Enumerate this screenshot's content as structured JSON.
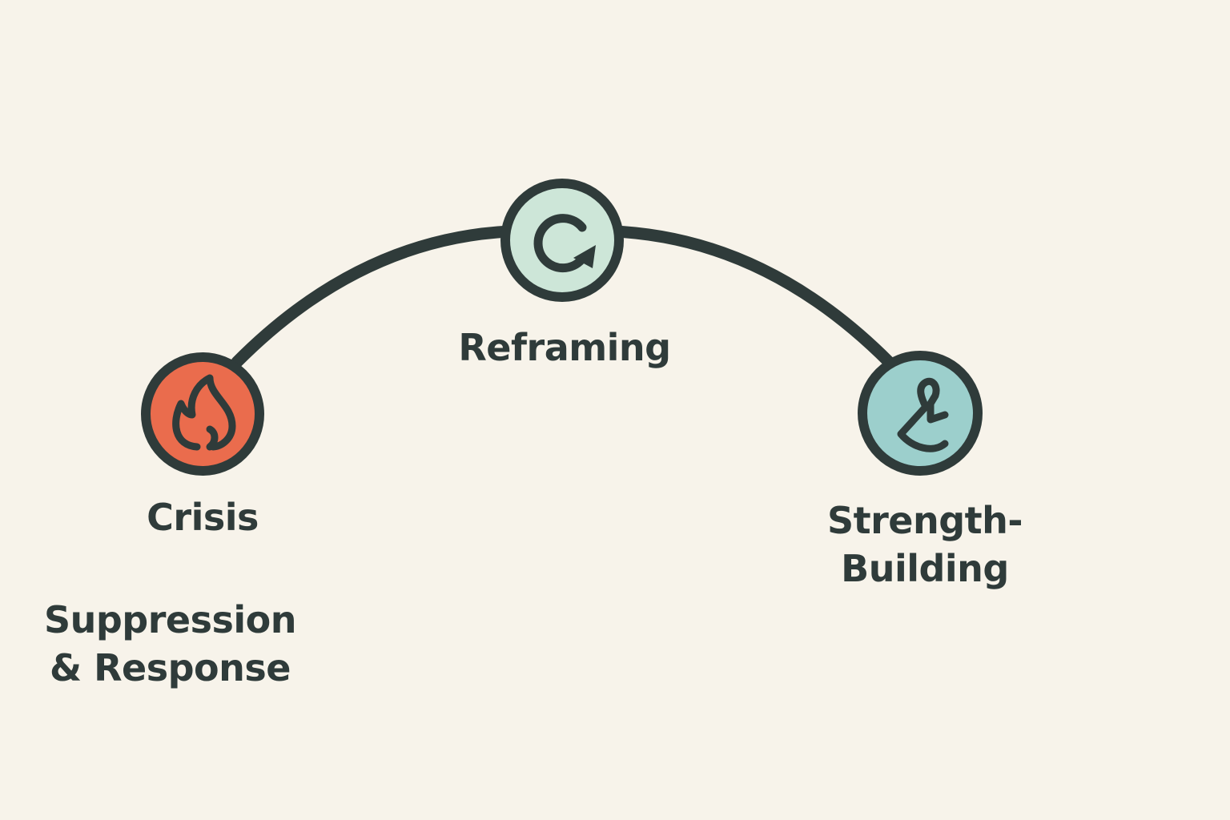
{
  "stages": {
    "reframing": {
      "label": "Reframing",
      "icon": "refresh-arrow-icon",
      "fill": "#cde6d8"
    },
    "crisis": {
      "label": "Crisis",
      "icon": "flame-icon",
      "fill": "#ea6c4d"
    },
    "strength": {
      "line1": "Strength-",
      "line2": "Building",
      "icon": "flexed-arm-icon",
      "fill": "#9ccfcc"
    }
  },
  "annotation": {
    "line1": "Suppression",
    "line2": "& Response"
  },
  "colors": {
    "background": "#f7f3ea",
    "stroke": "#2f3b3a"
  }
}
